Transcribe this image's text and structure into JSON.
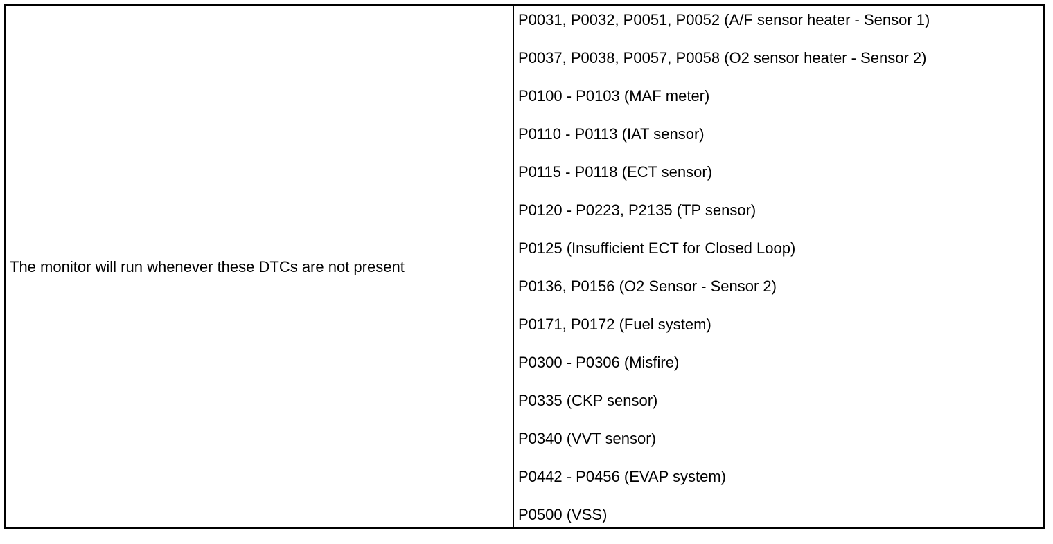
{
  "condition": "The monitor will run whenever these DTCs are not present",
  "dtcs": [
    "P0031, P0032, P0051, P0052 (A/F sensor heater - Sensor 1)",
    "P0037, P0038, P0057, P0058 (O2 sensor heater - Sensor 2)",
    "P0100 - P0103 (MAF meter)",
    "P0110 - P0113 (IAT sensor)",
    "P0115 - P0118 (ECT sensor)",
    "P0120 - P0223, P2135 (TP sensor)",
    "P0125 (Insufficient ECT for Closed Loop)",
    "P0136, P0156 (O2 Sensor - Sensor 2)",
    "P0171, P0172 (Fuel system)",
    "P0300 - P0306 (Misfire)",
    "P0335 (CKP sensor)",
    "P0340 (VVT sensor)",
    "P0442 - P0456 (EVAP system)",
    "P0500 (VSS)"
  ]
}
